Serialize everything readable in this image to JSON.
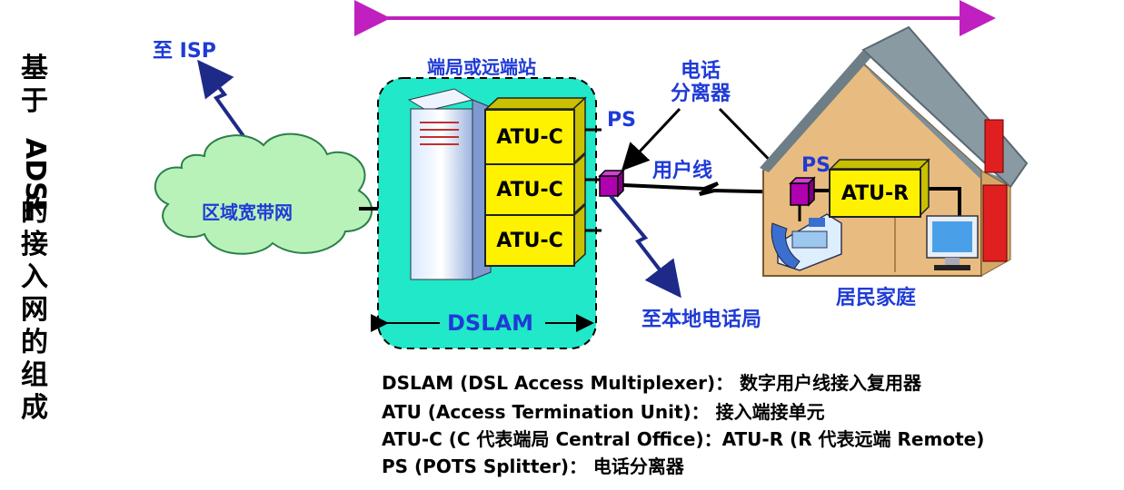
{
  "title_vertical": {
    "part1": "基于",
    "part2": "ADSL",
    "part3": "的接入网的组成"
  },
  "labels": {
    "to_isp": "至 ISP",
    "regional_network": "区域宽带网",
    "central_station": "端局或远端站",
    "dslam": "DSLAM",
    "atu_c": "ATU-C",
    "atu_r": "ATU-R",
    "ps_left": "PS",
    "ps_right": "PS",
    "splitter": "电话\n分离器",
    "user_line": "用户线",
    "to_local_phone": "至本地电话局",
    "residence": "居民家庭"
  },
  "legend": [
    "DSLAM (DSL Access Multiplexer)： 数字用户线接入复用器",
    "ATU (Access Termination Unit)： 接入端接单元",
    "ATU-C (C 代表端局 Central Office)：ATU-R (R 代表远端 Remote)",
    "PS (POTS Splitter)： 电话分离器"
  ],
  "colors": {
    "arrow": "#c020c0",
    "dslam_bg": "#20e8c8",
    "cloud": "#b8f2b8",
    "atu": "#fff200",
    "ps": "#b000b0",
    "text_blue": "#1f3bd6"
  }
}
